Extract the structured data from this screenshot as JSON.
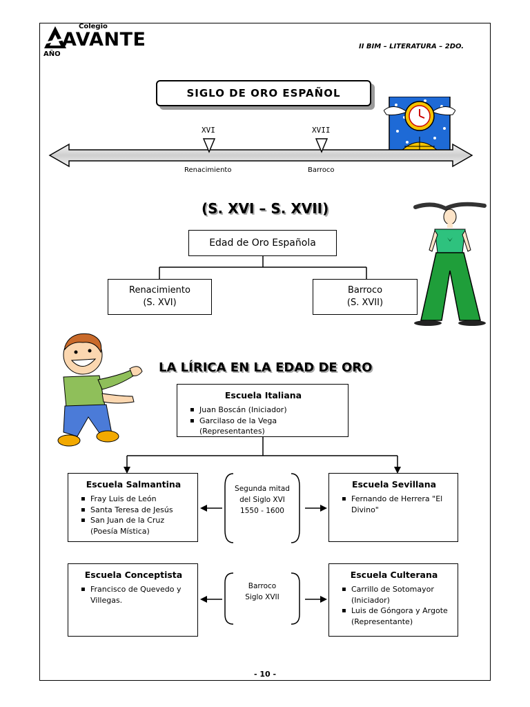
{
  "header": {
    "logo_small": "Colegio",
    "logo_main": "AVANTE",
    "logo_ano": "AÑO",
    "right_text": "II BIM – LITERATURA – 2DO."
  },
  "title": "SIGLO DE ORO ESPAÑOL",
  "timeline": {
    "marks": [
      {
        "top": "XVI",
        "bottom": "Renacimiento"
      },
      {
        "top": "XVII",
        "bottom": "Barroco"
      }
    ]
  },
  "era": "(S. XVI – S. XVII)",
  "tree": {
    "root": "Edad de Oro Española",
    "left": {
      "name": "Renacimiento",
      "period": "(S. XVI)"
    },
    "right": {
      "name": "Barroco",
      "period": "(S. XVII)"
    }
  },
  "lirica_title": "LA LÍRICA EN LA EDAD DE ORO",
  "schools": {
    "italiana": {
      "title": "Escuela Italiana",
      "items": [
        "Juan Boscán (Iniciador)",
        "Garcilaso de la Vega (Representantes)"
      ]
    },
    "salmantina": {
      "title": "Escuela Salmantina",
      "items": [
        "Fray Luis de León",
        "Santa Teresa de Jesús",
        "San Juan de la Cruz (Poesía Mística)"
      ]
    },
    "sevillana": {
      "title": "Escuela Sevillana",
      "items": [
        "Fernando de Herrera \"El Divino\""
      ]
    },
    "conceptista": {
      "title": "Escuela Conceptista",
      "items": [
        "Francisco de Quevedo y Villegas."
      ]
    },
    "culterana": {
      "title": "Escuela Culterana",
      "items": [
        "Carrillo de Sotomayor (Iniciador)",
        "Luis de Góngora y Argote (Representante)"
      ]
    }
  },
  "periods": {
    "first": [
      "Segunda mitad",
      "del Siglo XVI",
      "1550 - 1600"
    ],
    "second": [
      "Barroco",
      "Siglo XVII"
    ]
  },
  "page_number": "- 10 -"
}
